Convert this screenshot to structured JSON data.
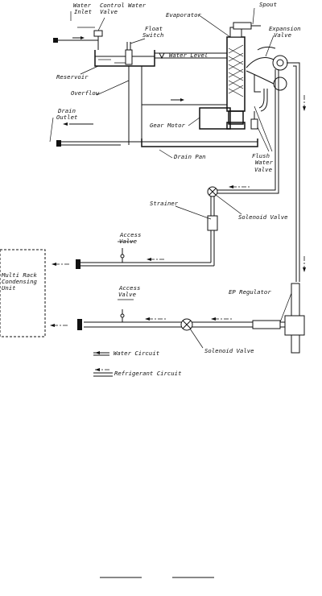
{
  "labels": {
    "water_inlet": [
      "Water",
      "Inlet"
    ],
    "control_water_valve": [
      "Control Water",
      "Valve"
    ],
    "spout": "Spout",
    "evaporator": "Evaporator",
    "expansion_valve": [
      "Expansion",
      "Valve"
    ],
    "float_switch": [
      "Float",
      "Switch"
    ],
    "water_level": "Water Level",
    "reservoir": "Reservoir",
    "overflow": "Overflow",
    "drain_outlet": [
      "Drain",
      "Outlet"
    ],
    "gear_motor": "Gear Motor",
    "drain_pan": "Drain Pan",
    "flush_water_valve": [
      "Flush",
      "Water",
      "Valve"
    ],
    "strainer": "Strainer",
    "solenoid_valve_upper": "Solenoid Valve",
    "access_valve_upper": [
      "Access",
      "Valve"
    ],
    "multi_rack_unit": [
      "Multi Rack",
      "Condensing",
      "Unit"
    ],
    "access_valve_lower": [
      "Access",
      "Valve"
    ],
    "ep_regulator": "EP Regulator",
    "solenoid_valve_lower": "Solenoid Valve"
  },
  "legend": {
    "water_circuit": "Water Circuit",
    "refrigerant_circuit": "Refrigerant Circuit"
  },
  "colors": {
    "ink": "#111111",
    "paper": "#ffffff"
  }
}
